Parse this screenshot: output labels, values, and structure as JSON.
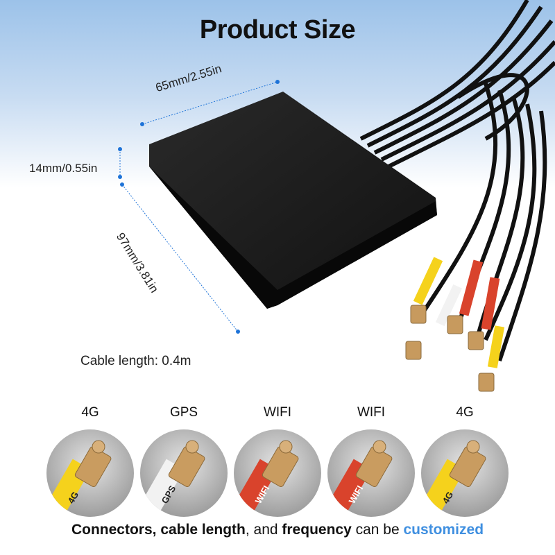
{
  "title": "Product Size",
  "dimensions": {
    "width": "65mm/2.55in",
    "height": "14mm/0.55in",
    "length": "97mm/3.81in"
  },
  "cable_length": "Cable length: 0.4m",
  "connectors": [
    {
      "label": "4G",
      "cable_color": "#f5d21c",
      "print": "4G"
    },
    {
      "label": "GPS",
      "cable_color": "#f2f2f2",
      "print": "GPS"
    },
    {
      "label": "WIFI",
      "cable_color": "#d9432c",
      "print": "WIFI"
    },
    {
      "label": "WIFI",
      "cable_color": "#d9432c",
      "print": "WIFI"
    },
    {
      "label": "4G",
      "cable_color": "#f5d21c",
      "print": "4G"
    }
  ],
  "footer": {
    "part1": "Connectors, cable length",
    "part2": ", and ",
    "part3": "frequency",
    "part4": " can be ",
    "part5": "customized"
  },
  "colors": {
    "accent": "#3f8fe0",
    "dimension_line": "#1e73d8"
  }
}
